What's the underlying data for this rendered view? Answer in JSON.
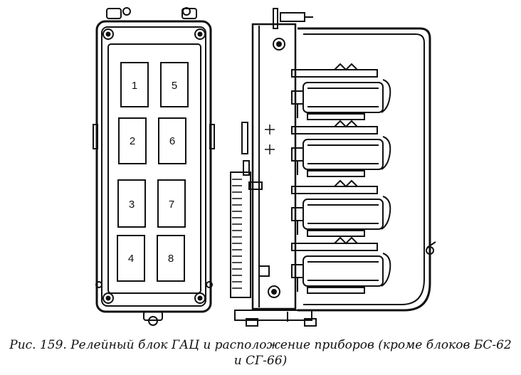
{
  "caption": {
    "line1": "Рис. 159. Релейный блок ГАЦ и расположение приборов (кроме блоков БС-62",
    "line2": "и СГ-66)"
  },
  "front_view": {
    "slots": [
      {
        "label": "1"
      },
      {
        "label": "2"
      },
      {
        "label": "3"
      },
      {
        "label": "4"
      },
      {
        "label": "5"
      },
      {
        "label": "6"
      },
      {
        "label": "7"
      },
      {
        "label": "8"
      }
    ]
  },
  "colors": {
    "ink": "#111111",
    "paper": "#ffffff"
  }
}
